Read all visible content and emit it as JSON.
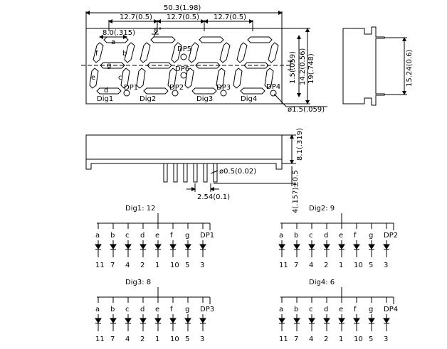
{
  "front_view": {
    "overall_width": "50.3(1.98)",
    "digit_pitch": [
      "12.7(0.5)",
      "12.7(0.5)",
      "12.7(0.5)"
    ],
    "segment_width": "8.0(.315)",
    "slant": "8°",
    "height_total": "19(.748)",
    "height_digit": "14.2(0.56)",
    "height_small": "1.5(.059)",
    "dp_hole": "ø1.5(.059)",
    "segment_letters": [
      "a",
      "b",
      "c",
      "d",
      "e",
      "f",
      "g"
    ],
    "digit_labels": [
      "Dig1",
      "Dig2",
      "Dig3",
      "Dig4"
    ],
    "dp_labels": [
      "DP1",
      "DP2",
      "DP3",
      "DP4",
      "DP5",
      "DP6"
    ]
  },
  "side_view": {
    "depth": "15.24(0.6)"
  },
  "bottom_view": {
    "body_height": "8.1(.319)",
    "pin_dia": "ø0.5(0.02)",
    "pin_pitch": "2.54(0.1)",
    "pin_length": "4(.157)±0.5"
  },
  "schematics": [
    {
      "title": "Dig1:  12",
      "segments": [
        "a",
        "b",
        "c",
        "d",
        "e",
        "f",
        "g",
        "DP1"
      ],
      "pins": [
        "11",
        "7",
        "4",
        "2",
        "1",
        "10",
        "5",
        "3"
      ]
    },
    {
      "title": "Dig2:  9",
      "segments": [
        "a",
        "b",
        "c",
        "d",
        "e",
        "f",
        "g",
        "DP2"
      ],
      "pins": [
        "11",
        "7",
        "4",
        "2",
        "1",
        "10",
        "5",
        "3"
      ]
    },
    {
      "title": "Dig3:  8",
      "segments": [
        "a",
        "b",
        "c",
        "d",
        "e",
        "f",
        "g",
        "DP3"
      ],
      "pins": [
        "11",
        "7",
        "4",
        "2",
        "1",
        "10",
        "5",
        "3"
      ]
    },
    {
      "title": "Dig4:  6",
      "segments": [
        "a",
        "b",
        "c",
        "d",
        "e",
        "f",
        "g",
        "DP4"
      ],
      "pins": [
        "11",
        "7",
        "4",
        "2",
        "1",
        "10",
        "5",
        "3"
      ]
    }
  ]
}
